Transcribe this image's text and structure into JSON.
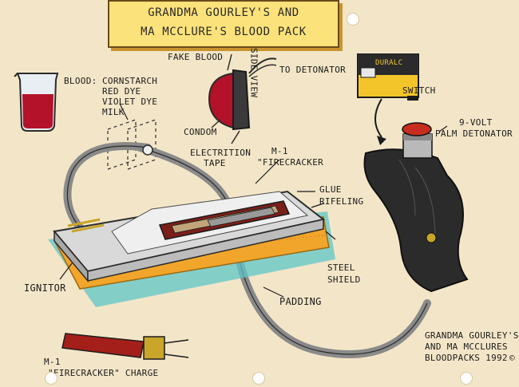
{
  "title": {
    "line1": "Grandma Gourley's and",
    "line2": "Ma McClure's Blood Pack"
  },
  "labels": {
    "blood": "Blood:",
    "blood_items": [
      "Cornstarch",
      "Red Dye",
      "Violet Dye",
      "Milk"
    ],
    "fake_blood": "Fake Blood",
    "side_view": "Side View",
    "to_detonator": "To Detonator",
    "condom": "Condom",
    "electrition_tape_1": "Electrition",
    "electrition_tape_2": "Tape",
    "m1_firecracker_1": "M-1",
    "m1_firecracker_2": "\"Firecracker",
    "glue": "Glue",
    "rifeling": "Rifeling",
    "switch": "Switch",
    "nine_volt": "9-Volt",
    "palm_detonator": "Palm Detonator",
    "battery_text": "DURALC",
    "ignitor": "Ignitor",
    "steel": "Steel",
    "shield": "Shield",
    "padding": "Padding",
    "charge_1": "M-1",
    "charge_2": "\"Firecracker\" Charge",
    "credit_1": "Grandma Gourley's",
    "credit_2": "and Ma McClures",
    "credit_3": "Bloodpacks 1992",
    "copyright": "©"
  },
  "colors": {
    "paper": "#f3e6c8",
    "title_bg": "#fbe27a",
    "blood_red": "#b3122a",
    "handle_black": "#2b2b2b",
    "cable_gray": "#8a8a8a",
    "padding_orange": "#f1a52b",
    "shadow_teal": "#5fc6c8"
  }
}
